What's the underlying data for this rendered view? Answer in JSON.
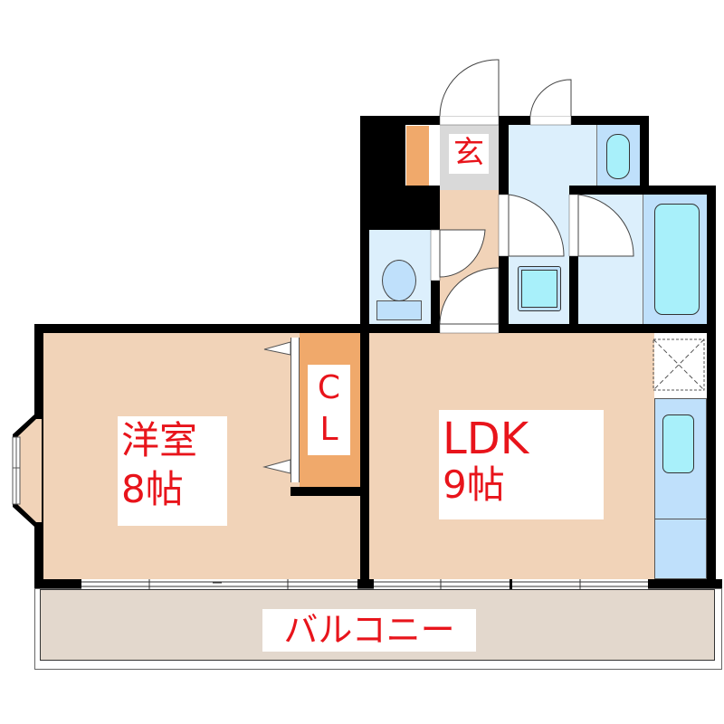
{
  "floorplan": {
    "rooms": {
      "western_room": {
        "name": "洋室",
        "size": "8帖"
      },
      "ldk": {
        "name": "LDK",
        "size": "9帖"
      },
      "closet": {
        "line1": "C",
        "line2": "L"
      },
      "entrance": {
        "name": "玄"
      },
      "balcony": {
        "name": "バルコニー"
      }
    },
    "colors": {
      "wall": "#000000",
      "room_floor": "#f1d3b8",
      "closet": "#f0a96b",
      "wet_area": "#dceffc",
      "fixture": "#bfe0fb",
      "fixture_inner": "#a8f0fa",
      "entrance_floor": "#d9d9d9",
      "balcony": "#e3d8cd",
      "label_text": "#e8141b"
    }
  }
}
